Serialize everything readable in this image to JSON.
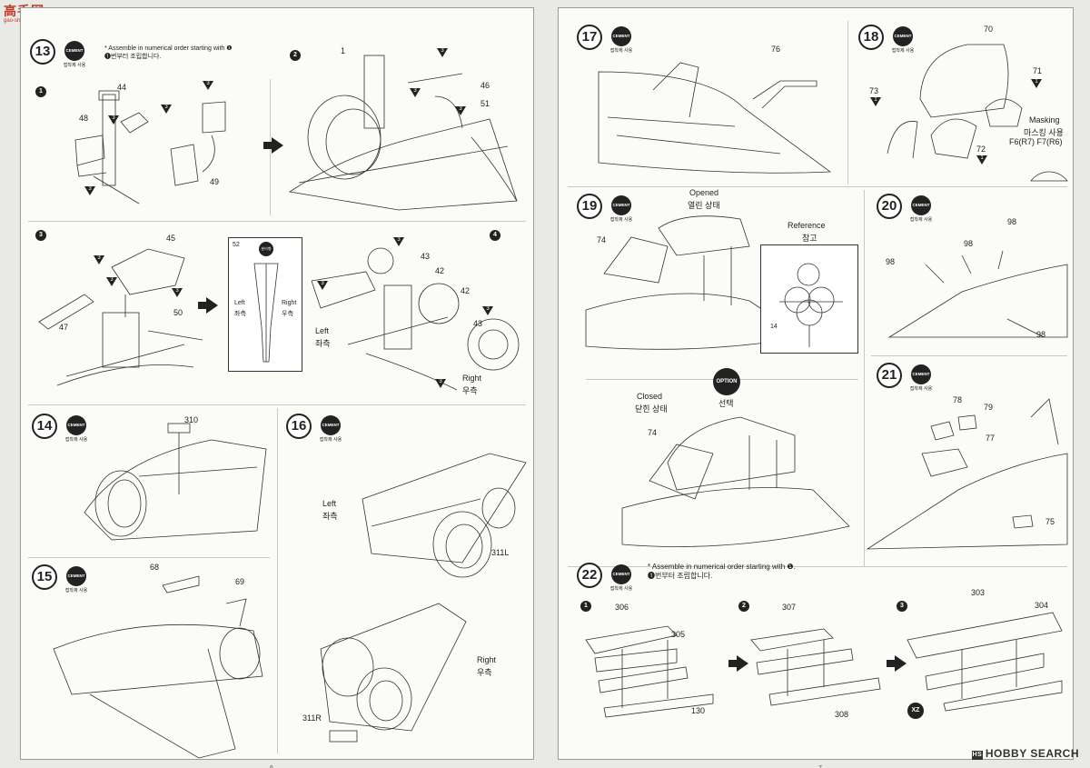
{
  "watermark_top": {
    "text": "高手网",
    "url": "gao-shou.com"
  },
  "watermark_bottom": "HOBBY SEARCH",
  "cement_badge": "CEMENT",
  "cement_sub": "접착제 사용",
  "left_page": {
    "page_number": "6",
    "s13": {
      "num": "13",
      "note_en": "* Assemble in numerical order starting with ❶",
      "note_ko": "❶번부터 조립합니다.",
      "sub1": "1",
      "sub2": "2",
      "parts": [
        "44",
        "48",
        "49",
        "3",
        "1",
        "46",
        "51"
      ]
    },
    "s13b": {
      "sub3": "3",
      "sub4": "4",
      "parts": [
        "45",
        "47",
        "50",
        "52",
        "43",
        "42",
        "42",
        "43"
      ],
      "inset_left": "Left",
      "inset_left_ko": "좌측",
      "inset_right": "Right",
      "inset_right_ko": "우측",
      "left": "Left",
      "left_ko": "좌측",
      "right": "Right",
      "right_ko": "우측",
      "inset_tag": "분리형"
    },
    "s14": {
      "num": "14",
      "part": "310"
    },
    "s16": {
      "num": "16",
      "left": "Left",
      "left_ko": "좌측",
      "right": "Right",
      "right_ko": "우측",
      "part_l": "311L",
      "part_r": "311R"
    },
    "s15": {
      "num": "15",
      "parts": [
        "68",
        "69"
      ]
    }
  },
  "right_page": {
    "page_number": "7",
    "s17": {
      "num": "17",
      "part": "76"
    },
    "s18": {
      "num": "18",
      "parts": [
        "70",
        "71",
        "72",
        "73"
      ],
      "masking_en": "Masking",
      "masking_ko": "마스킹 사용",
      "mask_codes": "F6(R7)    F7(R6)"
    },
    "s19": {
      "num": "19",
      "opened": "Opened",
      "opened_ko": "열린 상태",
      "part": "74",
      "ref": "Reference",
      "ref_ko": "참고",
      "ref_part": "14"
    },
    "s20": {
      "num": "20",
      "part": "98"
    },
    "option": {
      "badge": "OPTION",
      "ko": "선택",
      "closed": "Closed",
      "closed_ko": "닫힌 상태",
      "part": "74"
    },
    "s21": {
      "num": "21",
      "parts": [
        "78",
        "79",
        "77",
        "75"
      ]
    },
    "s22": {
      "num": "22",
      "note_en": "* Assemble in numerical order starting with ❶.",
      "note_ko": "❶번부터 조립합니다.",
      "sub1": "1",
      "sub2": "2",
      "sub3": "3",
      "parts": [
        "306",
        "305",
        "130",
        "307",
        "308",
        "303",
        "304"
      ],
      "xz_tag": "XZ"
    }
  }
}
